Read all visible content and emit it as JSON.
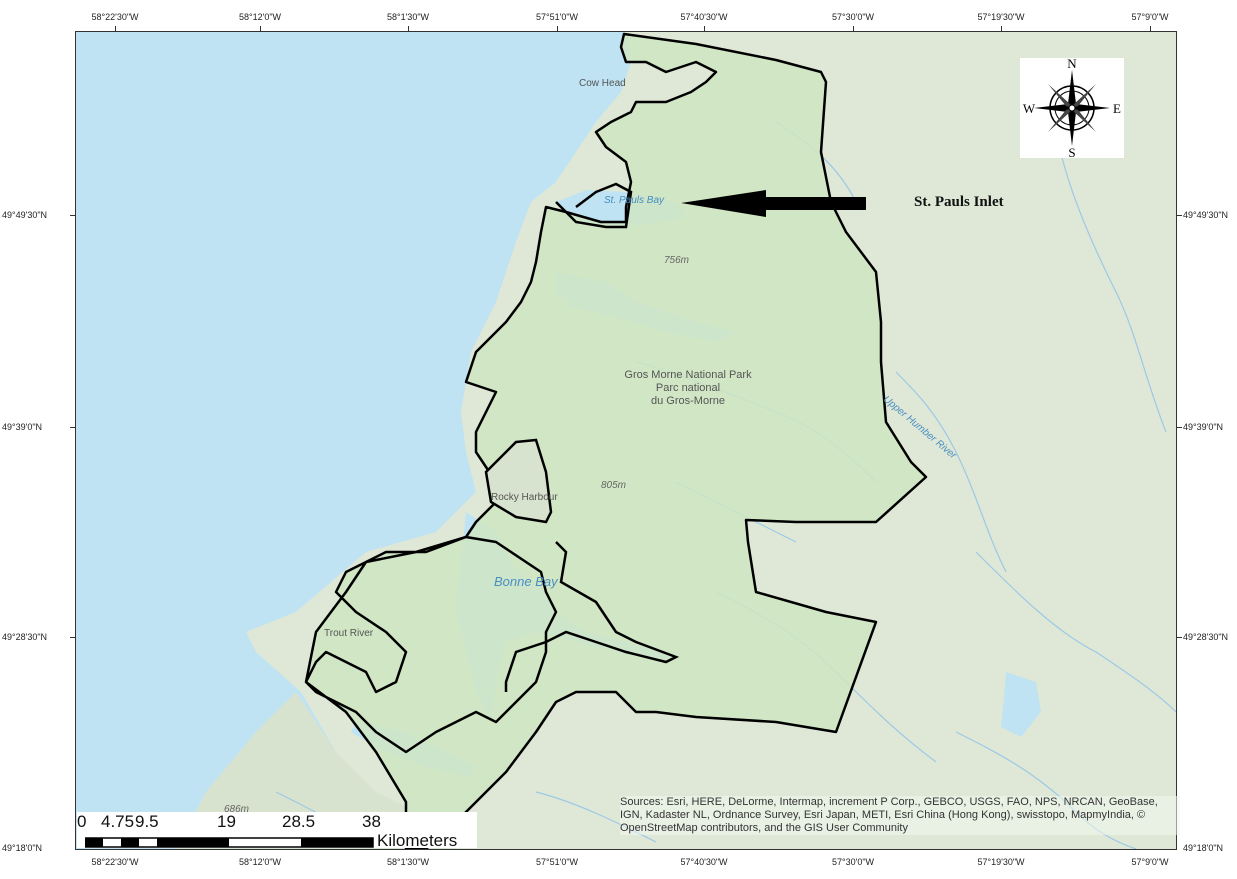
{
  "map": {
    "top_ticks": [
      "58°22'30\"W",
      "58°12'0\"W",
      "58°1'30\"W",
      "57°51'0\"W",
      "57°40'30\"W",
      "57°30'0\"W",
      "57°19'30\"W",
      "57°9'0\"W"
    ],
    "bottom_ticks": [
      "58°22'30\"W",
      "58°12'0\"W",
      "58°1'30\"W",
      "57°51'0\"W",
      "57°40'30\"W",
      "57°30'0\"W",
      "57°19'30\"W",
      "57°9'0\"W"
    ],
    "left_ticks": [
      "49°49'30\"N",
      "49°39'0\"N",
      "49°28'30\"N",
      "49°18'0\"N"
    ],
    "right_ticks": [
      "49°49'30\"N",
      "49°39'0\"N",
      "49°28'30\"N",
      "49°18'0\"N"
    ],
    "places": {
      "cow_head": "Cow Head",
      "st_pauls_bay": "St. Pauls Bay",
      "elev_756": "756m",
      "park_line1": "Gros Morne National Park",
      "park_line2": "Parc national",
      "park_line3": "du Gros-Morne",
      "rocky_harbour": "Rocky Harbour",
      "elev_805": "805m",
      "bonne_bay": "Bonne Bay",
      "trout_river": "Trout River",
      "upper_humber": "Upper Humber River",
      "elev_686": "686m"
    },
    "callout": "St. Pauls Inlet",
    "compass": {
      "n": "N",
      "s": "S",
      "e": "E",
      "w": "W"
    },
    "attribution": "Sources: Esri, HERE, DeLorme, Intermap, increment P Corp., GEBCO, USGS, FAO, NPS, NRCAN, GeoBase, IGN, Kadaster NL, Ordnance Survey, Esri Japan, METI, Esri China (Hong Kong), swisstopo, MapmyIndia, © OpenStreetMap contributors, and the GIS User Community",
    "scale": {
      "labels": [
        "0",
        "4.75",
        "9.5",
        "19",
        "28.5",
        "38"
      ],
      "units": "Kilometers"
    },
    "colors": {
      "water": "#bfe3f3",
      "land": "#dfe8d6",
      "park": "#cfe5c2",
      "boundary": "#000000",
      "river": "#9cc9e6"
    }
  }
}
